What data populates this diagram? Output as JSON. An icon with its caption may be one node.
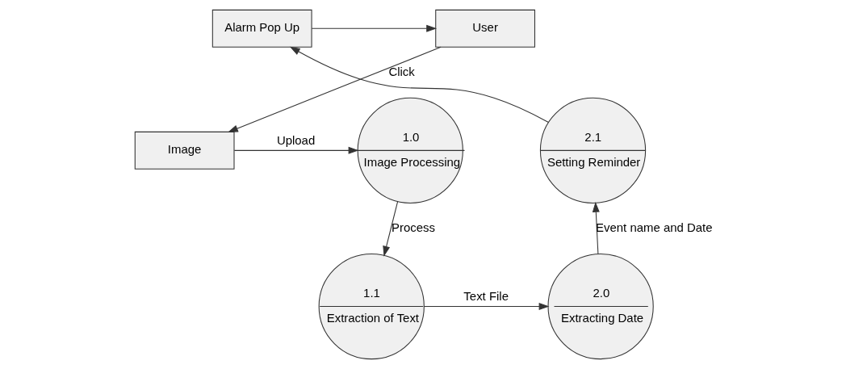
{
  "diagram": {
    "nodes": [
      {
        "text": [
          "User"
        ]
      },
      {
        "text": [
          "Alarm Pop Up"
        ]
      },
      {
        "text": [
          "Image"
        ]
      },
      {
        "text": [
          "1.0",
          "Image Processing"
        ]
      },
      {
        "text": [
          "2.1",
          "Setting Reminder"
        ]
      },
      {
        "text": [
          "1.1",
          "Extraction of Text"
        ]
      },
      {
        "text": [
          "2.0",
          "Extracting Date"
        ]
      }
    ],
    "edges": [
      {
        "from": 1,
        "to": 0,
        "arrow": "to"
      },
      {
        "from": 0,
        "to": 2,
        "arrow": "to",
        "label": "Click"
      },
      {
        "from": 2,
        "to": 3,
        "arrow": "to",
        "label": "Upload"
      },
      {
        "from": 3,
        "to": 5,
        "arrow": "to",
        "label": "Process"
      },
      {
        "from": 5,
        "to": 6,
        "arrow": "to",
        "label": "Text File"
      },
      {
        "from": 6,
        "to": 4,
        "arrow": "to",
        "label": "Event name and Date"
      },
      {
        "from": 4,
        "to": 1,
        "arrow": "to"
      }
    ]
  }
}
